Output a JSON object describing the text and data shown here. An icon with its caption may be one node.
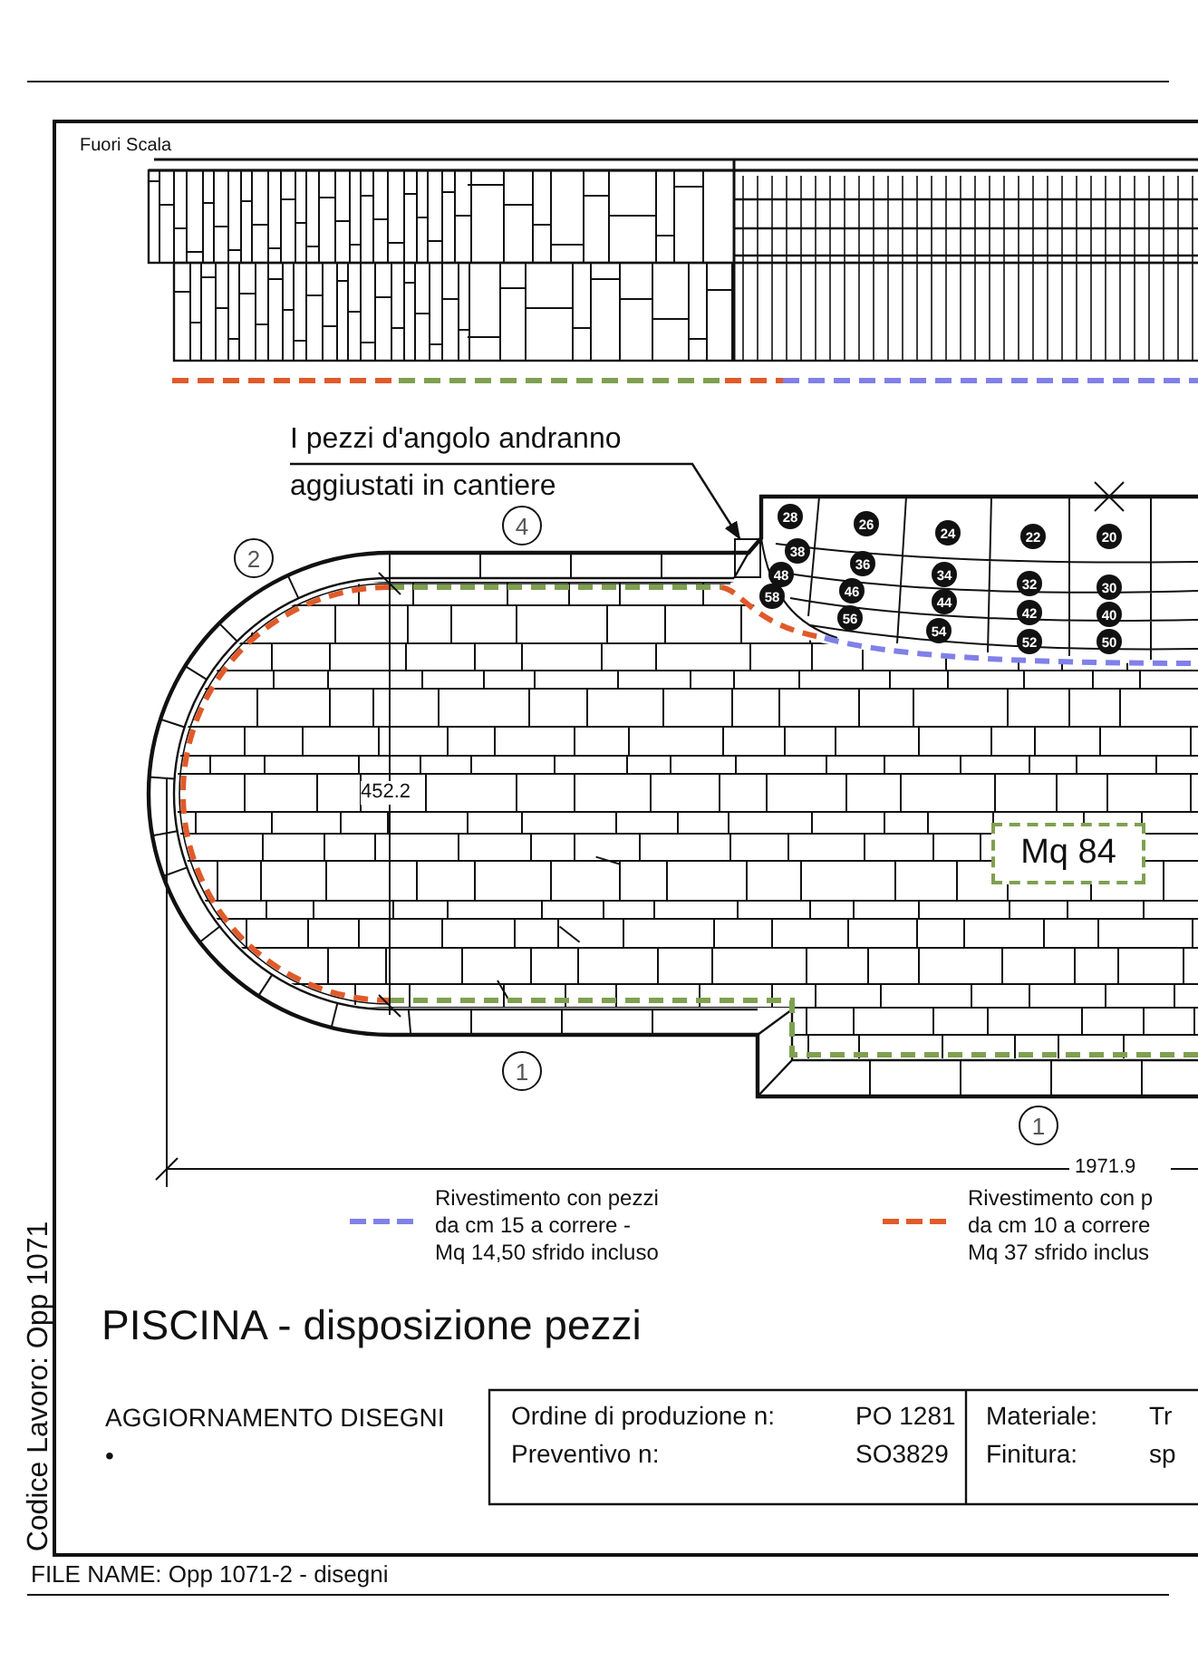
{
  "diagram": {
    "title": "PISCINA - disposizione pezzi",
    "nodes": [
      {
        "text": [
          "I pezzi d'angolo andranno aggiustati in cantiere"
        ]
      },
      {
        "text": [
          "Mq 84"
        ]
      },
      {
        "text": [],
        "shape": "box"
      }
    ],
    "edges": [
      {
        "from": 0,
        "to": 2,
        "arrow": "to"
      }
    ],
    "labels": [
      "Fuori Scala",
      "4",
      "28",
      "26",
      "24",
      "22",
      "20",
      "2",
      "38",
      "36",
      "34",
      "32",
      "30",
      "48",
      "46",
      "44",
      "42",
      "40",
      "58",
      "56",
      "54",
      "52",
      "50",
      "452.2",
      "1",
      "1",
      "1971.9",
      "AGGIORNAMENTO DISEGNI",
      "•",
      "Ordine di produzione n:",
      "PO 1281",
      "Materiale:",
      "Tr",
      "Preventivo n:",
      "SO3829",
      "Finitura:",
      "sp",
      "Codice Lavoro: Opp 1071",
      "FILE NAME: Opp 1071-2 - disegni"
    ],
    "legend": [
      {
        "text": "Rivestimento con pezzi da cm 15 a correre - Mq 14,50 sfrido incluso"
      },
      {
        "text": "Rivestimento con p da cm 10 a correre Mq 37 sfrido inclus"
      }
    ]
  }
}
